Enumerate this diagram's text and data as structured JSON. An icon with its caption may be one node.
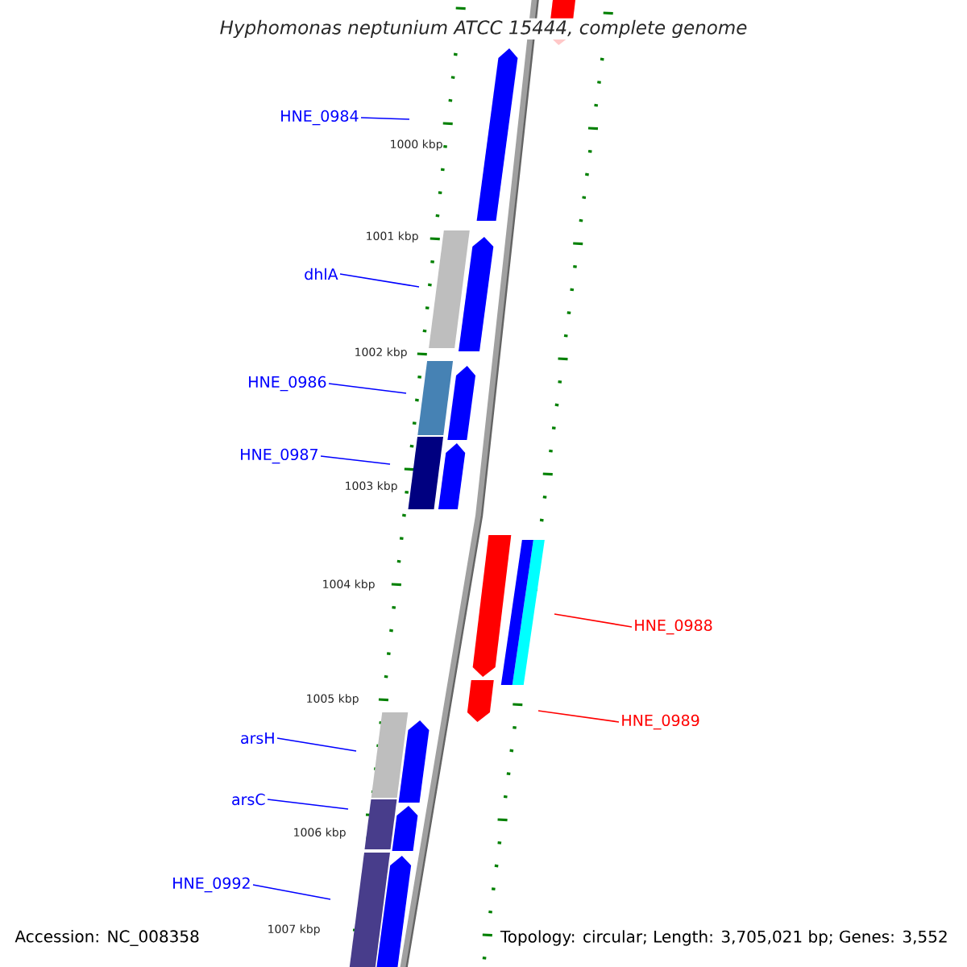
{
  "diagram": {
    "title": "Hyphomonas neptunium ATCC 15444, complete genome",
    "nodes": [
      {
        "text": [
          "HNE_0984"
        ]
      },
      {
        "text": [
          "dhlA"
        ]
      },
      {
        "text": [
          "HNE_0986"
        ]
      },
      {
        "text": [
          "HNE_0987"
        ]
      },
      {
        "text": [
          "HNE_0988"
        ]
      },
      {
        "text": [
          "HNE_0989"
        ]
      },
      {
        "text": [
          "arsH"
        ]
      },
      {
        "text": [
          "arsC"
        ]
      },
      {
        "text": [
          "HNE_0992"
        ]
      }
    ],
    "edges": [
      {
        "from": 0,
        "to": null,
        "arrow": "none"
      },
      {
        "from": 1,
        "to": null,
        "arrow": "none"
      },
      {
        "from": 2,
        "to": null,
        "arrow": "none"
      },
      {
        "from": 3,
        "to": null,
        "arrow": "none"
      },
      {
        "from": 4,
        "to": null,
        "arrow": "none",
        "color": "#ff0000"
      },
      {
        "from": 5,
        "to": null,
        "arrow": "none",
        "color": "#ff0000"
      },
      {
        "from": 6,
        "to": null,
        "arrow": "none"
      },
      {
        "from": 7,
        "to": null,
        "arrow": "none"
      },
      {
        "from": 8,
        "to": null,
        "arrow": "none"
      }
    ],
    "labels": [
      "1000 kbp",
      "1001 kbp",
      "1002 kbp",
      "1003 kbp",
      "1004 kbp",
      "1005 kbp",
      "1006 kbp",
      "1007 kbp",
      "Accession: NC_008358",
      "Topology: circular; Length: 3,705,021 bp; Genes: 3,552"
    ]
  }
}
